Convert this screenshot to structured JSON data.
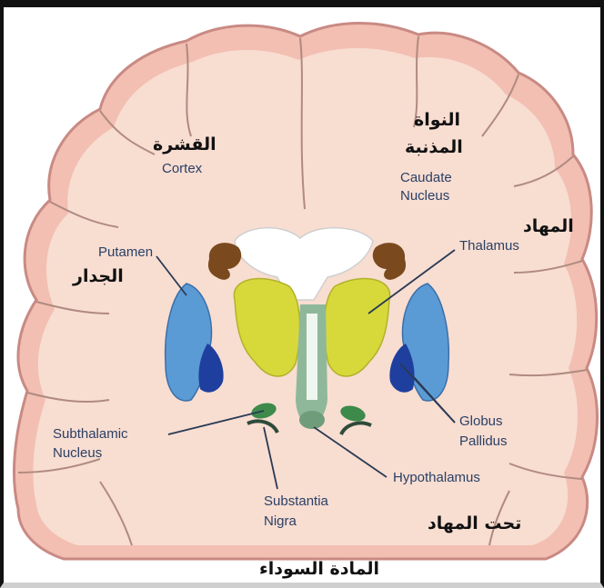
{
  "labels": {
    "cortex_ar": "القشرة",
    "cortex_en": "Cortex",
    "caudate_ar_line1": "النواة",
    "caudate_ar_line2": "المذنبة",
    "caudate_en_line1": "Caudate",
    "caudate_en_line2": "Nucleus",
    "thalamus_ar": "المهاد",
    "thalamus_en": "Thalamus",
    "putamen_en": "Putamen",
    "putamen_ar": "الجدار",
    "subthalamic_en_line1": "Subthalamic",
    "subthalamic_en_line2": "Nucleus",
    "globus_en_line1": "Globus",
    "globus_en_line2": "Pallidus",
    "hypothalamus_en": "Hypothalamus",
    "hypothalamus_ar": "تحت المهاد",
    "substantia_en_line1": "Substantia",
    "substantia_en_line2": "Nigra",
    "substantia_ar": "المادة السوداء"
  },
  "colors": {
    "brain_tissue": "#f7dcd0",
    "cortex_rim": "#d99a94",
    "white_matter": "#fbe4da",
    "putamen": "#5b9bd5",
    "globus_pallidus": "#1f3f9e",
    "thalamus": "#d7d93a",
    "caudate": "#7a4a1e",
    "ventricle": "#ffffff",
    "subthalamic": "#3d8a4a",
    "midline": "#8fb89a"
  }
}
